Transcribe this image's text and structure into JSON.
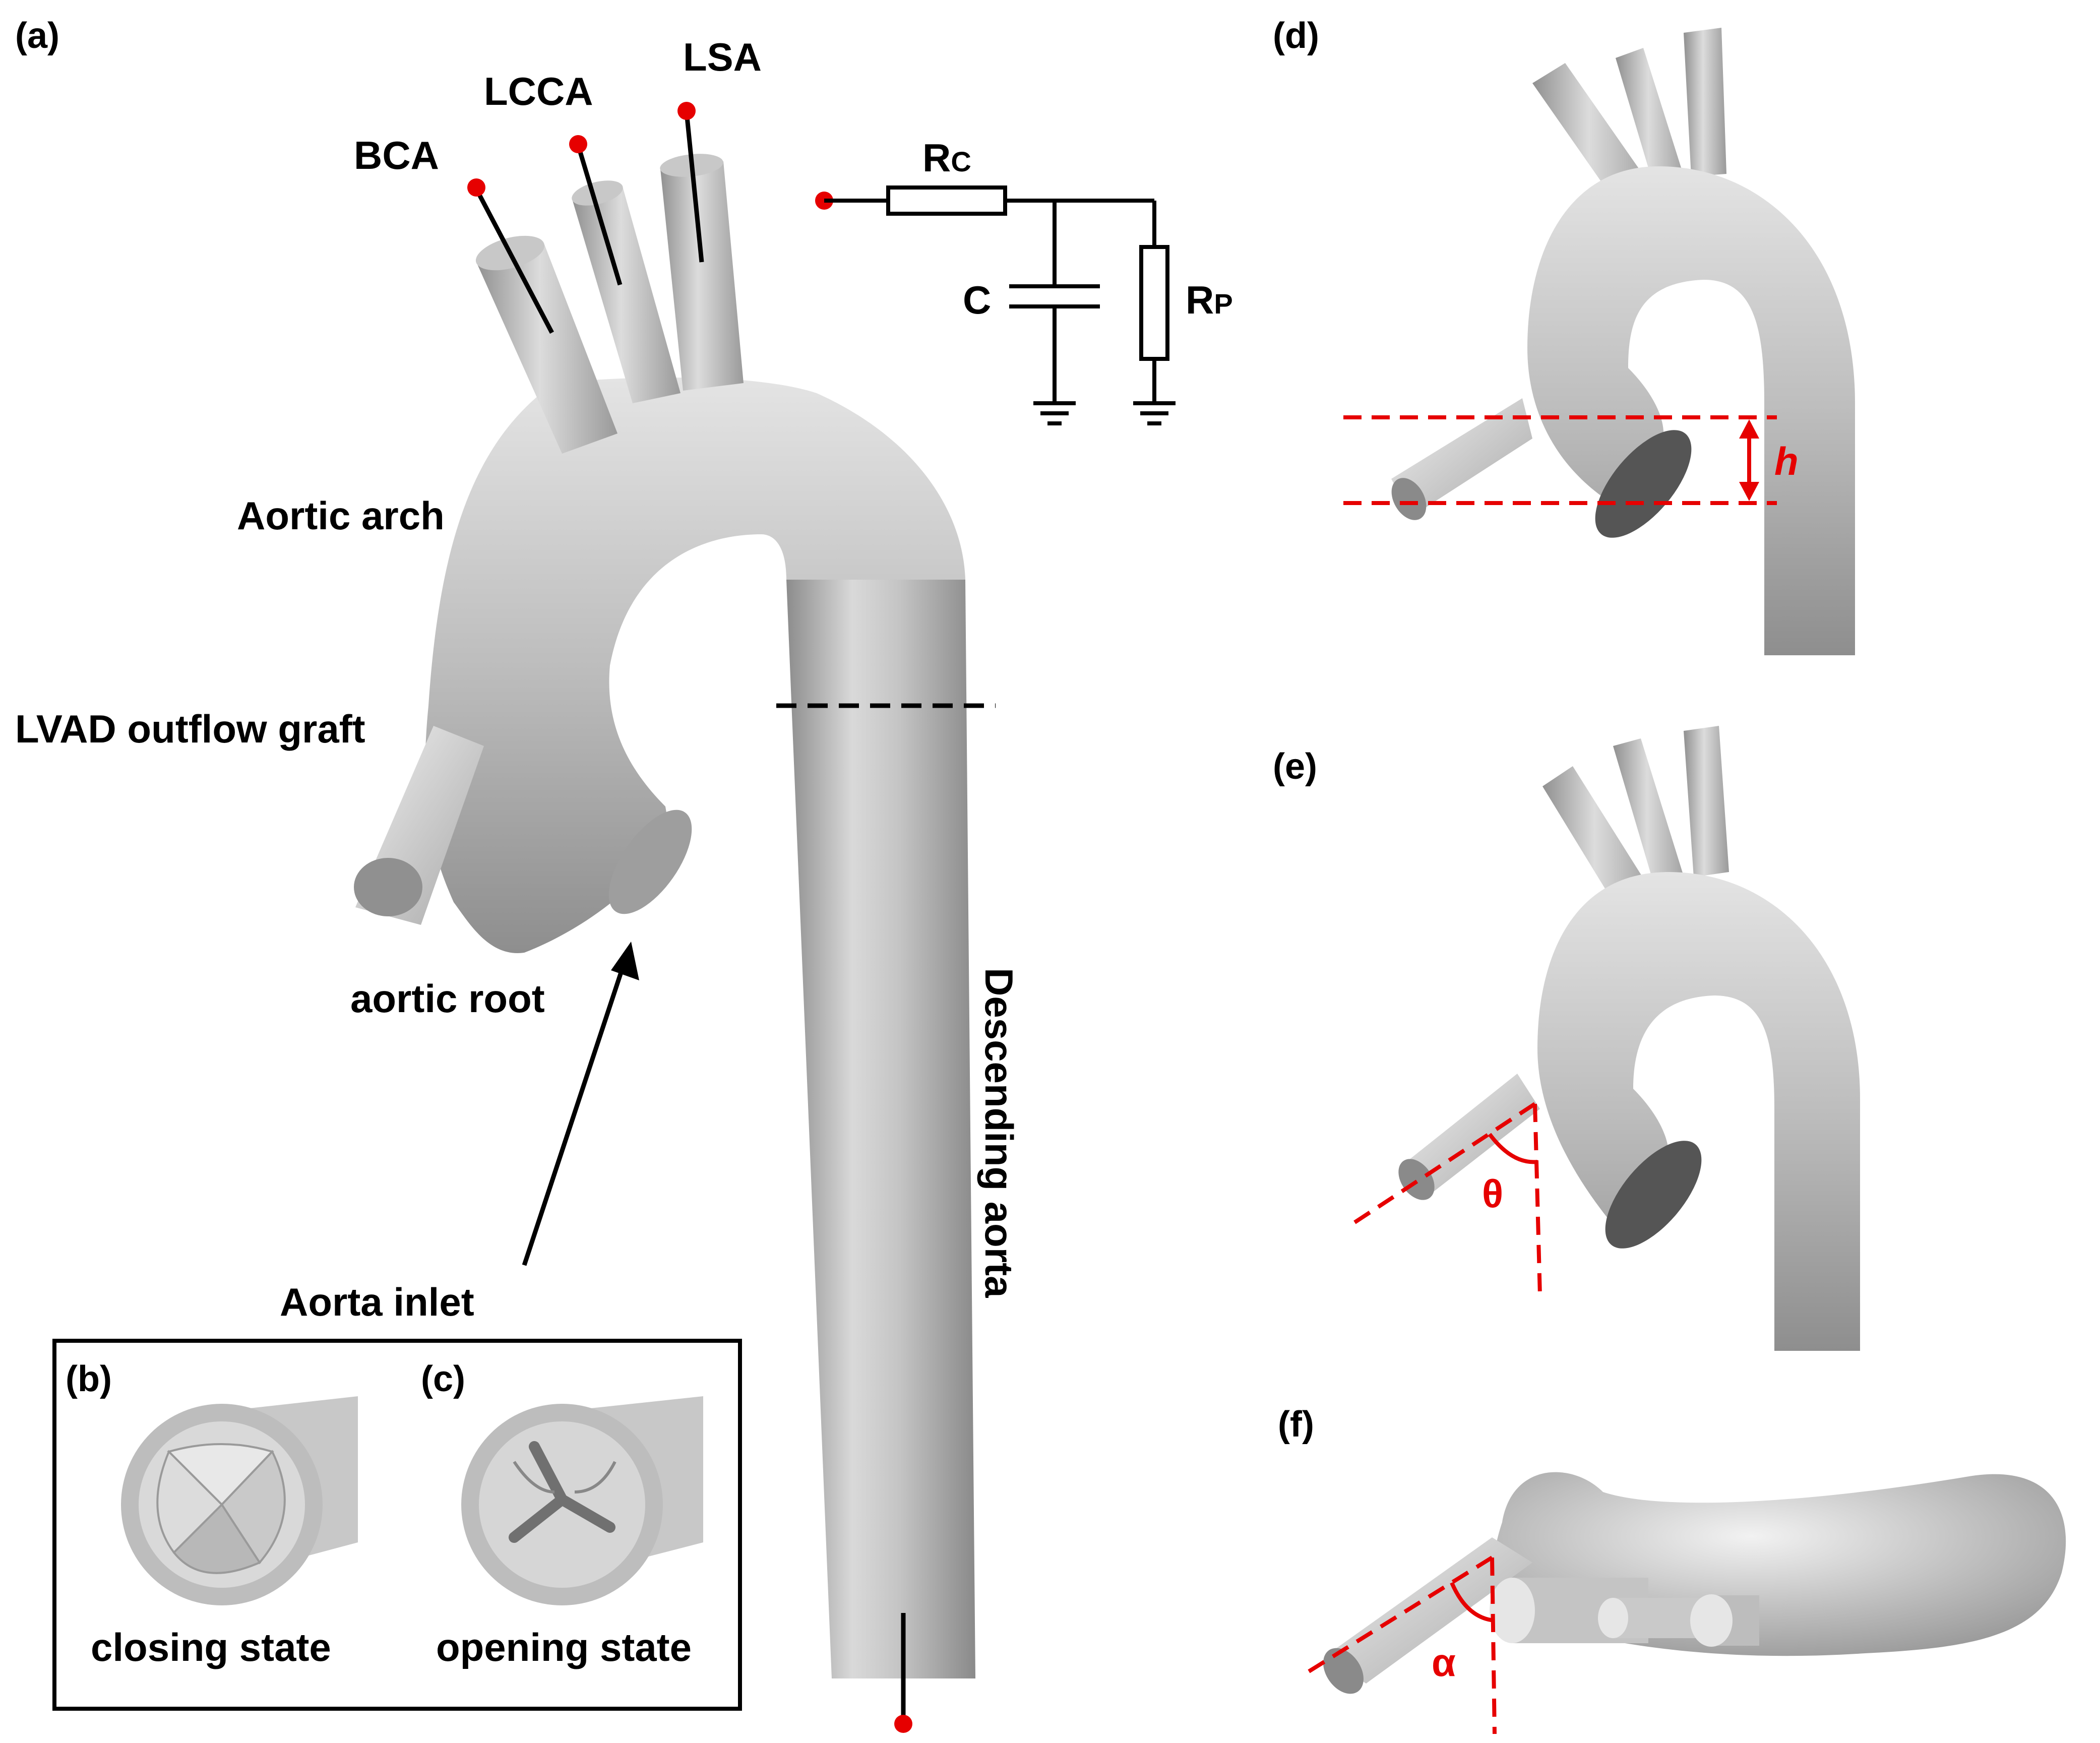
{
  "panels": {
    "a": "(a)",
    "b": "(b)",
    "c": "(c)",
    "d": "(d)",
    "e": "(e)",
    "f": "(f)"
  },
  "labels": {
    "bca": "BCA",
    "lcca": "LCCA",
    "lsa": "LSA",
    "aortic_arch": "Aortic arch",
    "lvad_graft": "LVAD outflow graft",
    "aortic_root": "aortic root",
    "aorta_inlet": "Aorta inlet",
    "descending_aorta": "Descending aorta",
    "closing_state": "closing state",
    "opening_state": "opening state"
  },
  "circuit": {
    "rc_main": "R",
    "rc_sub": "C",
    "c": "C",
    "rp_main": "R",
    "rp_sub": "P"
  },
  "symbols": {
    "h": "h",
    "theta": "θ",
    "alpha": "α"
  },
  "colors": {
    "vessel_light": "#e6e6e6",
    "vessel_mid": "#b4b4b4",
    "vessel_dark": "#7a7a7a",
    "outlet_dot": "#e60000",
    "annotation": "#e60000"
  }
}
